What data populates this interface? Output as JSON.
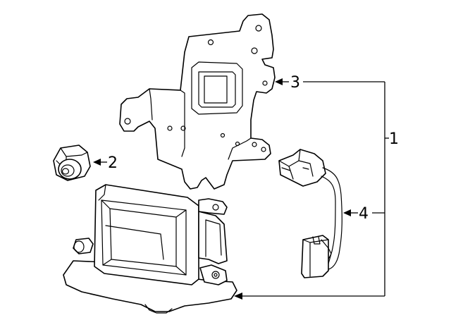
{
  "callouts": [
    {
      "label": "1"
    },
    {
      "label": "2"
    },
    {
      "label": "3"
    },
    {
      "label": "4"
    }
  ],
  "line_color": "#000000",
  "background_color": "#ffffff"
}
